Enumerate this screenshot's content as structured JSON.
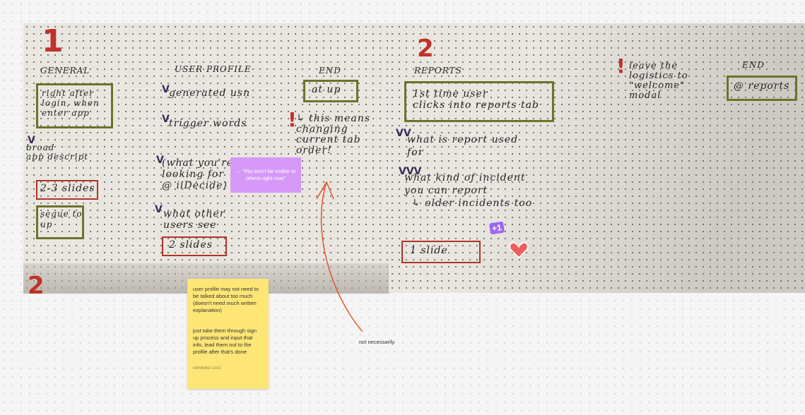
{
  "canvas": {
    "background_color": "#f5f5f5",
    "annotation_text": "not necessarily"
  },
  "sticky_note": {
    "paragraph1": "user profile may not need to be talked about too much (doesn't need much written explanation)",
    "paragraph2": "just take them through sign up process and input that info, lead them out to the profile after that's done",
    "author": "HANNAH CHU",
    "color": "#fde676"
  },
  "purple_comment": {
    "text": "← \"this won't be visible to others right now\"",
    "color": "#d799f7"
  },
  "reaction": {
    "plus_label": "+1",
    "heart_icon": "heart-icon"
  },
  "photo1": {
    "page_number": "1",
    "bottom_peek_number": "2",
    "general_header": "GENERAL",
    "general_box": "right after\nlogin, when\nenter app",
    "broad_label": "broad\napp descript",
    "slides_box": "2-3 slides",
    "segue_box": "segue to\nup",
    "user_profile_header": "USER PROFILE",
    "generated_user": "generated usn",
    "trigger_words": "trigger words",
    "looking_for": "(what you're\nlooking for\n@ iiDecide)",
    "what_other_users": "what other\nusers see",
    "two_slides_box": "2 slides",
    "end_header": "END",
    "at_up_box": "at up",
    "this_means": "↳ this means\nchanging\ncurrent tab\norder!"
  },
  "photo2": {
    "page_number": "2",
    "reports_header": "REPORTS",
    "first_time_box": "1st time user\nclicks into reports tab",
    "what_is_report": "what is report used\nfor",
    "what_kind": "what kind of incident\nyou can report\n  ↳ older incidents too",
    "one_slide_box": "1 slide",
    "leave_logistics": "leave the\nlogistics to\n\"welcome\"\nmodal",
    "end_header": "END",
    "at_reports_box": "@ reports"
  }
}
